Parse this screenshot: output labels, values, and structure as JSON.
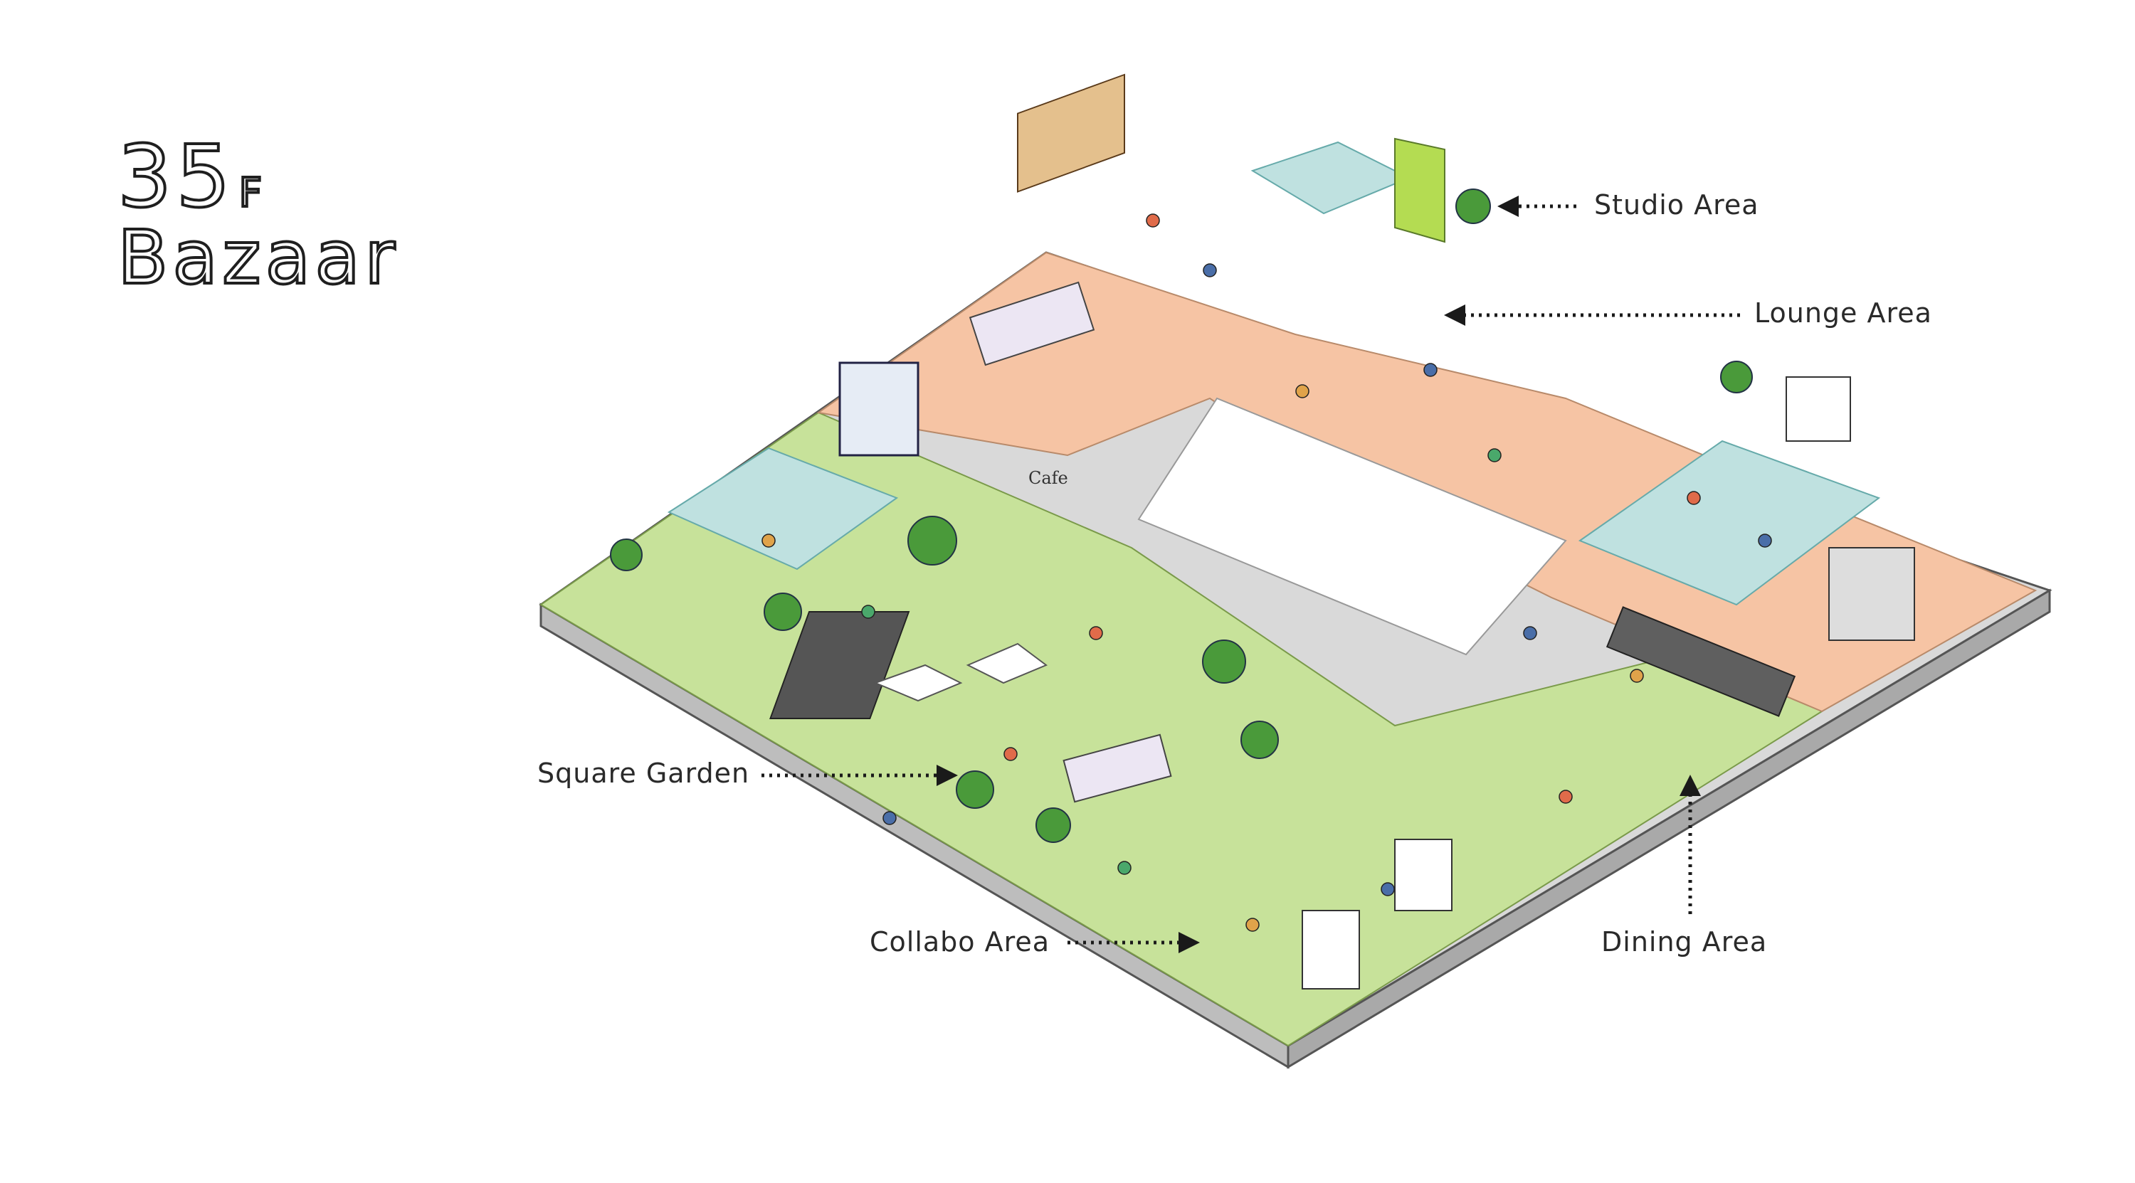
{
  "floor": {
    "number": "35",
    "unit": "F",
    "name": "Bazaar"
  },
  "areas": [
    {
      "id": "studio",
      "label": "Studio Area"
    },
    {
      "id": "lounge",
      "label": "Lounge Area"
    },
    {
      "id": "square_garden",
      "label": "Square Garden"
    },
    {
      "id": "collabo",
      "label": "Collabo Area"
    },
    {
      "id": "dining",
      "label": "Dining Area"
    }
  ],
  "sign_text": {
    "cafe": "Cafe"
  },
  "colors": {
    "garden": "#c7e29a",
    "lounge": "#f6c4a4",
    "blue_zone": "#bfe1e0",
    "white_core": "#ffffff",
    "floor_edge": "#6a6a6a",
    "studio_green": "#b4dc52"
  },
  "icons": [
    "dotted-arrow-icon"
  ]
}
